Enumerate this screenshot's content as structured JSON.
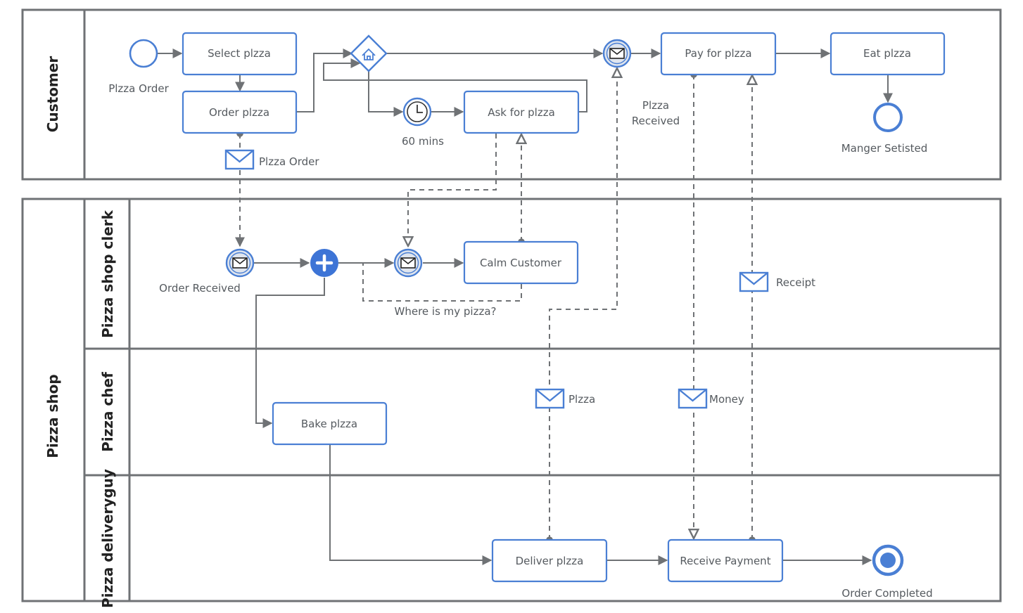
{
  "pools": {
    "customer": "Customer",
    "pizza_shop": "Pizza shop"
  },
  "lanes": {
    "clerk": "Pizza shop clerk",
    "chef": "Pizza chef",
    "delivery": "Pizza deliveryguy"
  },
  "tasks": {
    "select": "Select plzza",
    "order": "Order plzza",
    "ask": "Ask for plzza",
    "pay": "Pay for plzza",
    "eat": "Eat plzza",
    "calm": "Calm Customer",
    "bake": "Bake plzza",
    "deliver": "Deliver plzza",
    "receive_payment": "Receive Payment"
  },
  "events": {
    "start": "Plzza Order",
    "timer": "60 mins",
    "pizza_received_1": "Plzza",
    "pizza_received_2": "Received",
    "end_customer": "Manger Setisted",
    "order_received": "Order Received",
    "order_completed": "Order Completed"
  },
  "messages": {
    "pizza_order": "Plzza Order",
    "where": "Where is my pizza?",
    "receipt": "Receipt",
    "pizza": "Plzza",
    "money": "Money"
  },
  "colors": {
    "accent": "#4a7fd4",
    "line": "#6f7275"
  }
}
